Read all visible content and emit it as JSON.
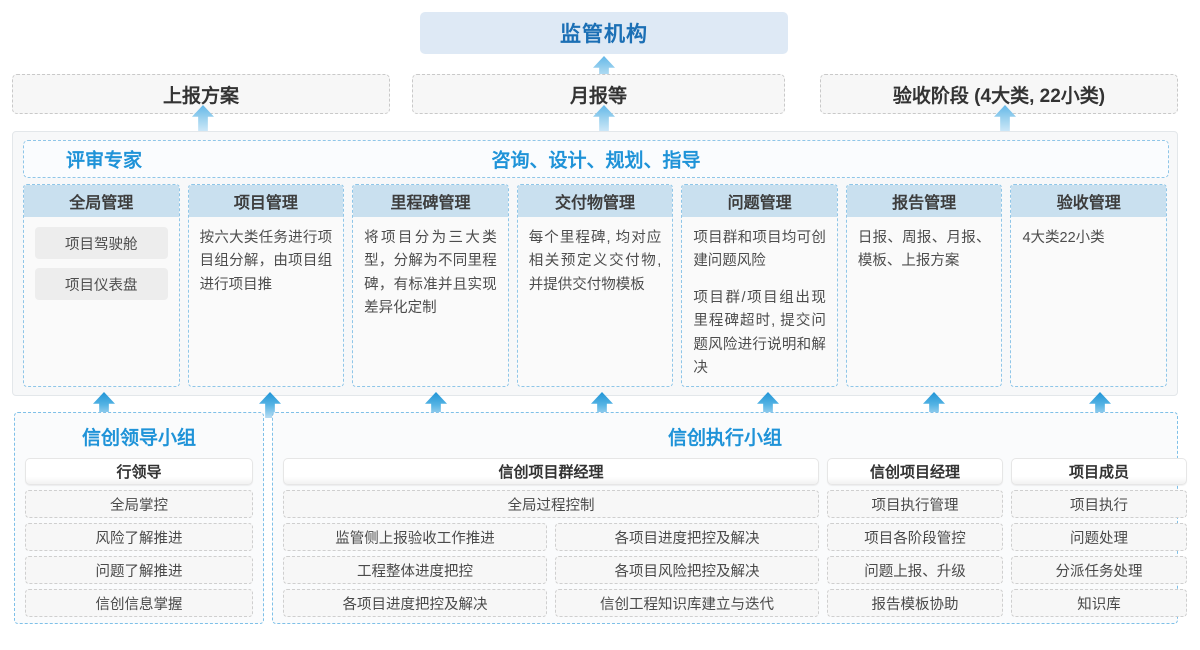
{
  "top": {
    "regulator": "监管机构"
  },
  "reports": [
    {
      "label": "上报方案"
    },
    {
      "label": "月报等"
    },
    {
      "label": "验收阶段 (4大类, 22小类)"
    }
  ],
  "middle": {
    "bar_left_label": "评审专家",
    "bar_center_label": "咨询、设计、规划、指导",
    "columns": [
      {
        "head": "全局管理",
        "pills": [
          "项目驾驶舱",
          "项目仪表盘"
        ],
        "paragraphs": []
      },
      {
        "head": "项目管理",
        "pills": [],
        "paragraphs": [
          "按六大类任务进行项目组分解，由项目组进行项目推"
        ]
      },
      {
        "head": "里程碑管理",
        "pills": [],
        "paragraphs": [
          "将项目分为三大类型，分解为不同里程碑，有标准并且实现差异化定制"
        ]
      },
      {
        "head": "交付物管理",
        "pills": [],
        "paragraphs": [
          "每个里程碑, 均对应相关预定义交付物, 并提供交付物模板"
        ]
      },
      {
        "head": "问题管理",
        "pills": [],
        "paragraphs": [
          "项目群和项目均可创建问题风险",
          "项目群/项目组出现里程碑超时, 提交问题风险进行说明和解决"
        ]
      },
      {
        "head": "报告管理",
        "pills": [],
        "paragraphs": [
          "日报、周报、月报、模板、上报方案"
        ]
      },
      {
        "head": "验收管理",
        "pills": [],
        "paragraphs": [
          "4大类22小类"
        ]
      }
    ]
  },
  "bottom": {
    "leading_group": {
      "title": "信创领导小组",
      "head": "行领导",
      "items": [
        "全局掌控",
        "风险了解推进",
        "问题了解推进",
        "信创信息掌握"
      ]
    },
    "exec_group": {
      "title": "信创执行小组",
      "program_manager": {
        "head": "信创项目群经理",
        "full_item": "全局过程控制",
        "left_items": [
          "监管侧上报验收工作推进",
          "工程整体进度把控",
          "各项目进度把控及解决"
        ],
        "right_items": [
          "各项目进度把控及解决",
          "各项目风险把控及解决",
          "信创工程知识库建立与迭代"
        ]
      },
      "project_manager": {
        "head": "信创项目经理",
        "items": [
          "项目执行管理",
          "项目各阶段管控",
          "问题上报、升级",
          "报告模板协助"
        ]
      },
      "members": {
        "head": "项目成员",
        "items": [
          "项目执行",
          "问题处理",
          "分派任务处理",
          "知识库"
        ]
      }
    }
  },
  "colors": {
    "accent_blue": "#1f93d8",
    "header_fill": "#c9e0ef",
    "top_fill": "#dee9f5",
    "dashed_blue": "#8fc6e8",
    "dashed_gray": "#c9c9c9"
  }
}
